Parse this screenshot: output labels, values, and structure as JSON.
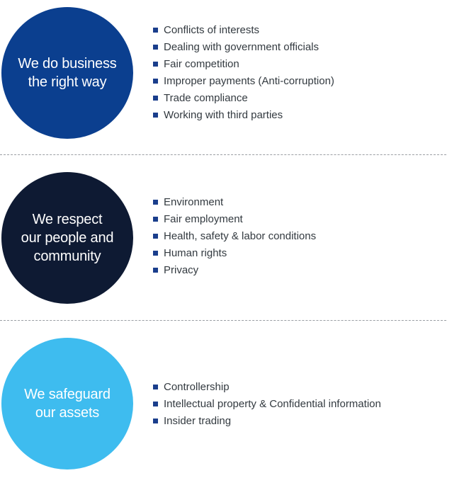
{
  "colors": {
    "bullet_square": "#1a3e8c",
    "divider": "#9a9ea3",
    "text": "#333a40"
  },
  "sections": [
    {
      "circle_text": "We do business\nthe right way",
      "circle_color": "#0b3f8f",
      "items": [
        "Conflicts of interests",
        "Dealing with government officials",
        "Fair competition",
        "Improper payments (Anti-corruption)",
        "Trade compliance",
        "Working with third parties"
      ]
    },
    {
      "circle_text": "We respect\nour people and\ncommunity",
      "circle_color": "#0e1a33",
      "items": [
        "Environment",
        "Fair employment",
        "Health, safety & labor conditions",
        "Human rights",
        "Privacy"
      ]
    },
    {
      "circle_text": "We safeguard\nour assets",
      "circle_color": "#3ebcef",
      "items": [
        "Controllership",
        "Intellectual property & Confidential information",
        "Insider trading"
      ]
    }
  ]
}
